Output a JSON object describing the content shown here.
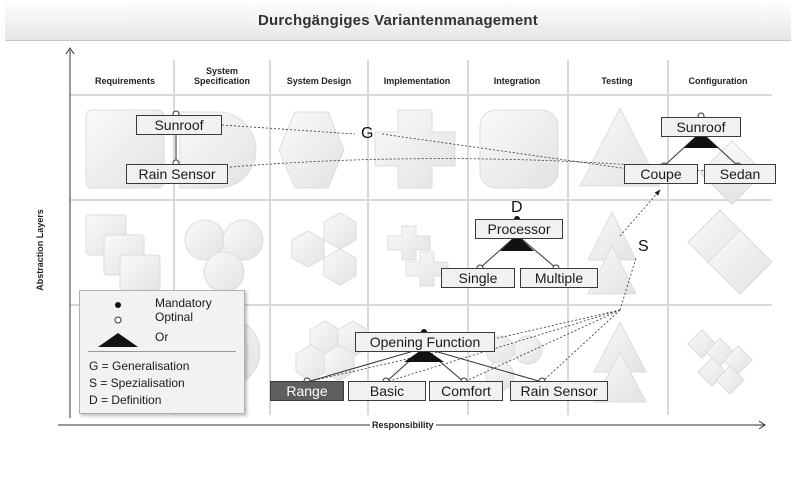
{
  "title": "Durchgängiges Variantenmanagement",
  "columns": [
    "Requirements",
    "System Specification",
    "System Design",
    "Implementation",
    "Integration",
    "Testing",
    "Configuration"
  ],
  "axes": {
    "x_label": "Responsibility",
    "y_label": "Abstraction Layers"
  },
  "nodes": {
    "sunroof_req": "Sunroof",
    "rain_sensor_req": "Rain Sensor",
    "sunroof_cfg": "Sunroof",
    "coupe": "Coupe",
    "sedan": "Sedan",
    "processor": "Processor",
    "single": "Single",
    "multiple": "Multiple",
    "opening_function": "Opening Function",
    "range": "Range",
    "basic": "Basic",
    "comfort": "Comfort",
    "rain_sensor_test": "Rain Sensor"
  },
  "relation_letters": {
    "g": "G",
    "d": "D",
    "s": "S"
  },
  "legend": {
    "mandatory": "Mandatory",
    "optional": "Optinal",
    "or": "Or",
    "generalisation": "G = Generalisation",
    "spezialisation": "S = Spezialisation",
    "definition": "D = Definition"
  },
  "colors": {
    "node_fill": "#f1f1f1",
    "node_dark": "#5e5e5e",
    "shape_fill": "#ececec",
    "legend_bg": "#f2f2f2"
  }
}
